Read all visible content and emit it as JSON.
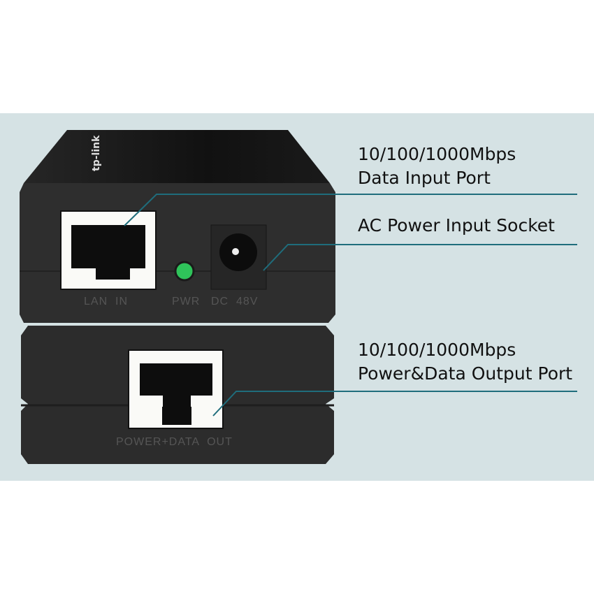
{
  "device": {
    "brand_logo": "tp-link",
    "ports": {
      "lan_in": "LAN  IN",
      "pwr": "PWR",
      "dc": "DC  48V",
      "output": "POWER+DATA  OUT"
    },
    "led_color": "#2fc35a"
  },
  "callouts": [
    {
      "lines": [
        "10/100/1000Mbps",
        "Data Input Port"
      ]
    },
    {
      "lines": [
        "AC Power Input Socket"
      ]
    },
    {
      "lines": [
        "10/100/1000Mbps",
        "Power&Data Output Port"
      ]
    }
  ],
  "colors": {
    "background": "#d5e2e4",
    "leader_line": "#1f6d7c",
    "device_body": "#2b2b2b"
  }
}
